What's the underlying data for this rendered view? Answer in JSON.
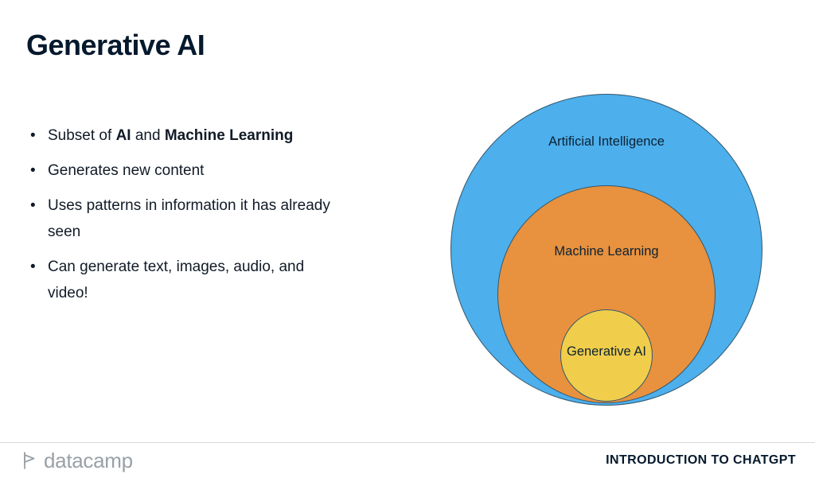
{
  "slide": {
    "title": "Generative AI",
    "bullets": {
      "b1": {
        "t1": "Subset of ",
        "t2": "AI",
        "t3": " and ",
        "t4": "Machine Learning"
      },
      "b2": "Generates new content",
      "b3_line1": "Uses patterns in information it has already",
      "b3_line2": "seen",
      "b4_line1": "Can generate text, images, audio, and",
      "b4_line2": "video!"
    }
  },
  "diagram": {
    "outer_label": "Artificial Intelligence",
    "middle_label": "Machine Learning",
    "inner_label": "Generative AI",
    "outer_color": "#4dafec",
    "middle_color": "#e8913e",
    "inner_color": "#f0ce4b",
    "border_color": "#33586e"
  },
  "footer": {
    "brand": "datacamp",
    "course": "INTRODUCTION TO CHATGPT"
  }
}
